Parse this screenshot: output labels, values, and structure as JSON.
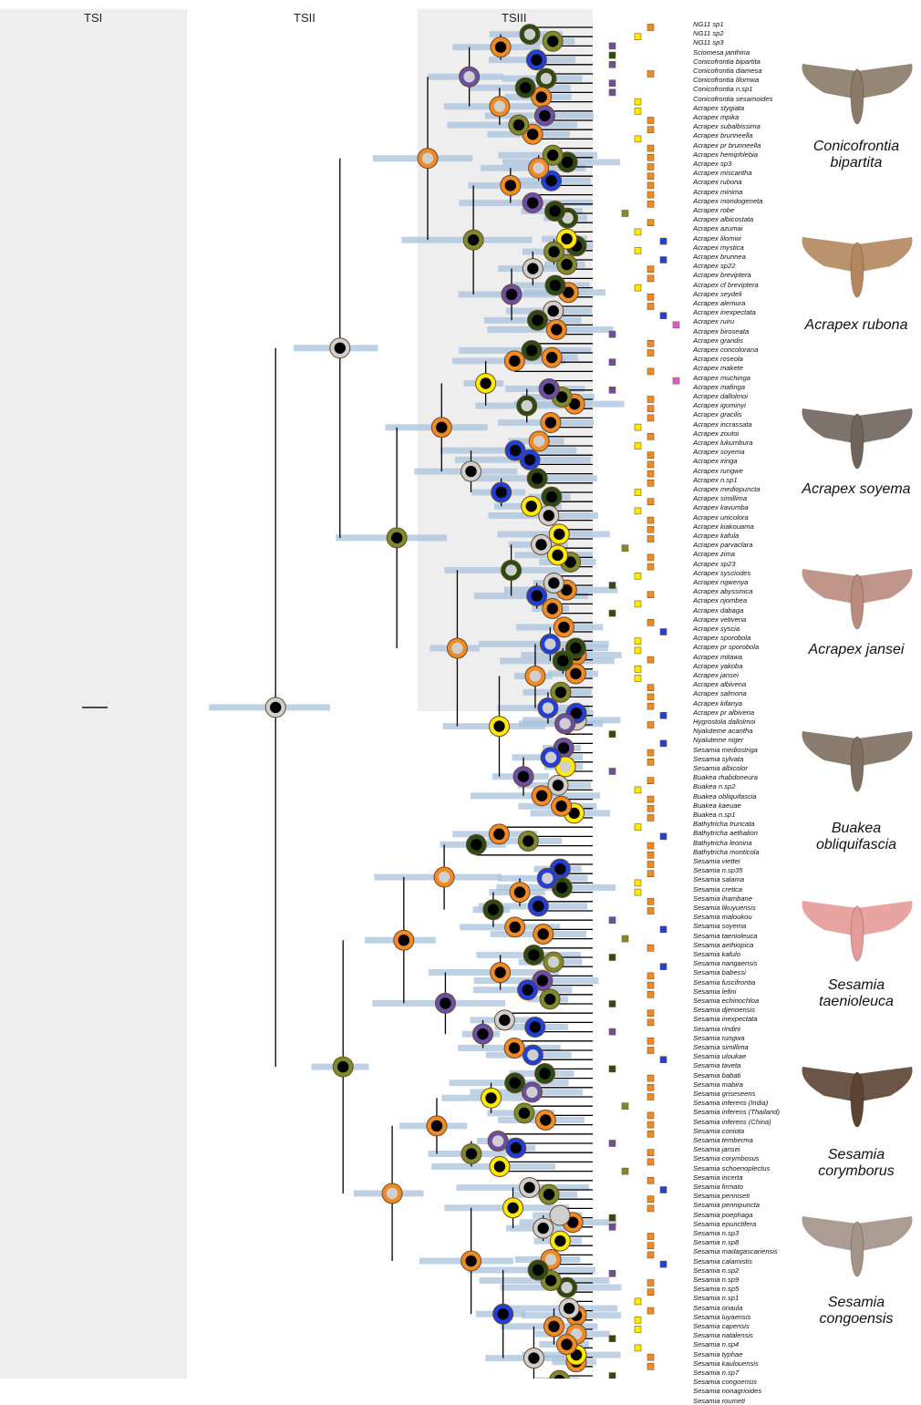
{
  "periods": [
    {
      "label": "TSI",
      "shaded": true
    },
    {
      "label": "TSII",
      "shaded": false
    },
    {
      "label": "TSIII",
      "shaded": true
    }
  ],
  "colors": {
    "yellow": "#ffea00",
    "orange": "#f08a24",
    "blue": "#1f3fd8",
    "purple": "#6a4fa3",
    "dark_green": "#2e4a14",
    "olive": "#7f8a2a",
    "pink": "#e05ad8",
    "grey": "#cfcfcf",
    "interval_bar": "#a9c2dc",
    "band_shade": "#eeeeee"
  },
  "taxa": [
    "NG11 sp1",
    "NG11 sp2",
    "NG11 sp3",
    "Sciomesa janthina",
    "Conicofrontia bipartita",
    "Conicofrontia diamesa",
    "Conicofrontia lilomwa",
    "Conicofrontia n.sp1",
    "Conicofrontia sesamoides",
    "Acrapex stygiata",
    "Acrapex mpika",
    "Acrapex subalbissima",
    "Acrapex brunneella",
    "Acrapex pr brunneella",
    "Acrapex hemiphlebia",
    "Acrapex sp3",
    "Acrapex miscantha",
    "Acrapex rubona",
    "Acrapex minima",
    "Acrapex mondogeneta",
    "Acrapex robe",
    "Acrapex albicostata",
    "Acrapex azumai",
    "Acrapex lilomwi",
    "Acrapex mystica",
    "Acrapex brunnea",
    "Acrapex sp22",
    "Acrapex breviptera",
    "Acrapex cf breviptera",
    "Acrapex seydeli",
    "Acrapex alemura",
    "Acrapex inexpectata",
    "Acrapex ruiru",
    "Acrapex biroseata",
    "Acrapex grandis",
    "Acrapex concolorana",
    "Acrapex roseola",
    "Acrapex makete",
    "Acrapex muchinga",
    "Acrapex mafinga",
    "Acrapex dallolmoi",
    "Acrapex igominyi",
    "Acrapex gracilis",
    "Acrapex incrassata",
    "Acrapex zoutoi",
    "Acrapex lukumbura",
    "Acrapex soyema",
    "Acrapex iringa",
    "Acrapex rungwe",
    "Acrapex n.sp1",
    "Acrapex mediopuncta",
    "Acrapex simillima",
    "Acrapex kavumba",
    "Acrapex unicolora",
    "Acrapex kiakouama",
    "Acrapex kafula",
    "Acrapex parvaclara",
    "Acrapex zima",
    "Acrapex sp23",
    "Acrapex sysciodes",
    "Acrapex ngwenya",
    "Acrapex abyssinica",
    "Acrapex njombea",
    "Acrapex dabaga",
    "Acrapex vetiveria",
    "Acrapex syscia",
    "Acrapex sporobola",
    "Acrapex pr sporobola",
    "Acrapex mitawa",
    "Acrapex yakoba",
    "Acrapex jansei",
    "Acrapex albivena",
    "Acrapex salmona",
    "Acrapex kifanya",
    "Acrapex pr albivena",
    "Hygrostola dallolmoi",
    "Nyaluteme acantha",
    "Nyaluteme niger",
    "Sesamia mediostriga",
    "Sesamia sylvata",
    "Sesamia albicolor",
    "Buakea rhabdoneura",
    "Buakea n.sp2",
    "Buakea obliquifascia",
    "Buakea kaeuae",
    "Buakea n.sp1",
    "Bathytricha truncata",
    "Bathytricha aethalion",
    "Bathytricha leonina",
    "Bathytricha monticola",
    "Sesamia viettei",
    "Sesamia n.sp35",
    "Sesamia salama",
    "Sesamia cretica",
    "Sesamia ihambane",
    "Sesamia likuyuensis",
    "Sesamia maloukou",
    "Sesamia soyema",
    "Sesamia taenioleuca",
    "Sesamia aethiopica",
    "Sesamia kafulo",
    "Sesamia nangaensis",
    "Sesamia babessi",
    "Sesamia fuscifrontia",
    "Sesamia lefini",
    "Sesamia echinochloa",
    "Sesamia djenoensis",
    "Sesamia inexpectata",
    "Sesamia rindini",
    "Sesamia rungwa",
    "Sesamia simillima",
    "Sesamia uloukae",
    "Sesamia taveta",
    "Sesamia babati",
    "Sesamia mabira",
    "Sesamia griseseens",
    "Sesamia inferens (India)",
    "Sesamia inferens (Thailand)",
    "Sesamia inferens (China)",
    "Sesamia coniota",
    "Sesamia temberma",
    "Sesamia jansei",
    "Sesamia corymbosus",
    "Sesamia schoenoplectus",
    "Sesamia incerta",
    "Sesamia firmato",
    "Sesamia penniseti",
    "Sesamia pennipuncta",
    "Sesamia poephaga",
    "Sesamia epunctifera",
    "Sesamia n.sp3",
    "Sesamia n.sp8",
    "Sesamia madagascariensis",
    "Sesamia calamistis",
    "Sesamia n.sp2",
    "Sesamia n.sp9",
    "Sesamia n.sp5",
    "Sesamia n.sp1",
    "Sesamia oriaula",
    "Sesamia luyaensis",
    "Sesamia capensis",
    "Sesamia natalensis",
    "Sesamia n.sp4",
    "Sesamia typhae",
    "Sesamia kaulouensis",
    "Sesamia n.sp7",
    "Sesamia congoensis",
    "Sesamia nonagrioides",
    "Sesamia roumeti"
  ],
  "moths": [
    {
      "label_1": "Conicofrontia",
      "label_2": "bipartita",
      "tone": "#8a7a66"
    },
    {
      "label_1": "Acrapex rubona",
      "label_2": "",
      "tone": "#b3865e"
    },
    {
      "label_1": "Acrapex soyema",
      "label_2": "",
      "tone": "#6f645c"
    },
    {
      "label_1": "Acrapex jansei",
      "label_2": "",
      "tone": "#b88b7c"
    },
    {
      "label_1": "Buakea",
      "label_2": "obliquifascia",
      "tone": "#7e6e60"
    },
    {
      "label_1": "Sesamia",
      "label_2": "taenioleuca",
      "tone": "#e49a97"
    },
    {
      "label_1": "Sesamia",
      "label_2": "corymborus",
      "tone": "#5b4232"
    },
    {
      "label_1": "Sesamia",
      "label_2": "congoensis",
      "tone": "#a39288"
    }
  ]
}
